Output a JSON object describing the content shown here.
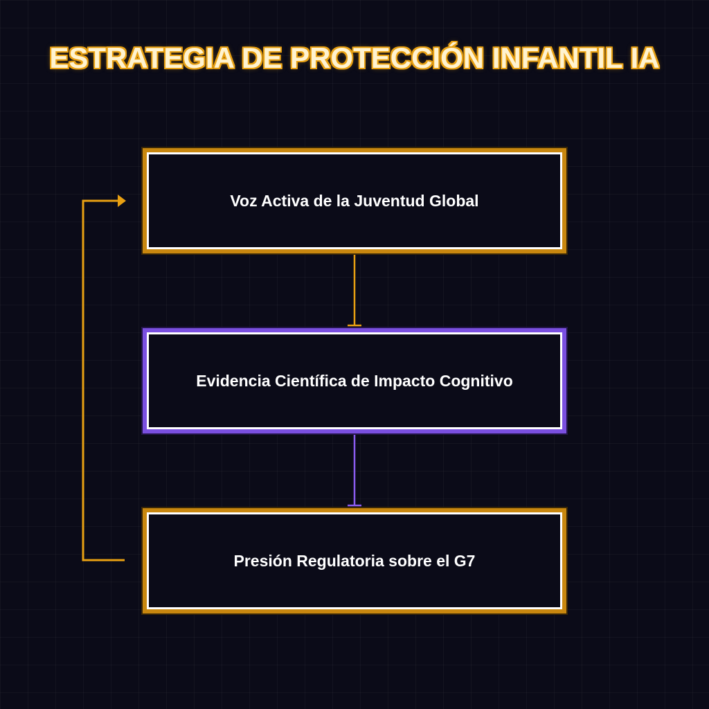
{
  "title": "ESTRATEGIA DE PROTECCIÓN INFANTIL IA",
  "colors": {
    "background": "#0b0b18",
    "orange": "#e8a012",
    "purple": "#8a5cf0",
    "node_fill": "#0b0b18",
    "node_border": "#ffffff"
  },
  "nodes": [
    {
      "label": "Voz Activa de la Juventud Global",
      "accent": "orange"
    },
    {
      "label": "Evidencia Científica de Impacto Cognitivo",
      "accent": "purple"
    },
    {
      "label": "Presión Regulatoria sobre el G7",
      "accent": "orange"
    }
  ],
  "edges": [
    {
      "from": 0,
      "to": 1,
      "color": "orange"
    },
    {
      "from": 1,
      "to": 2,
      "color": "purple"
    },
    {
      "from": 2,
      "to": 0,
      "color": "orange",
      "style": "loop-back"
    }
  ]
}
